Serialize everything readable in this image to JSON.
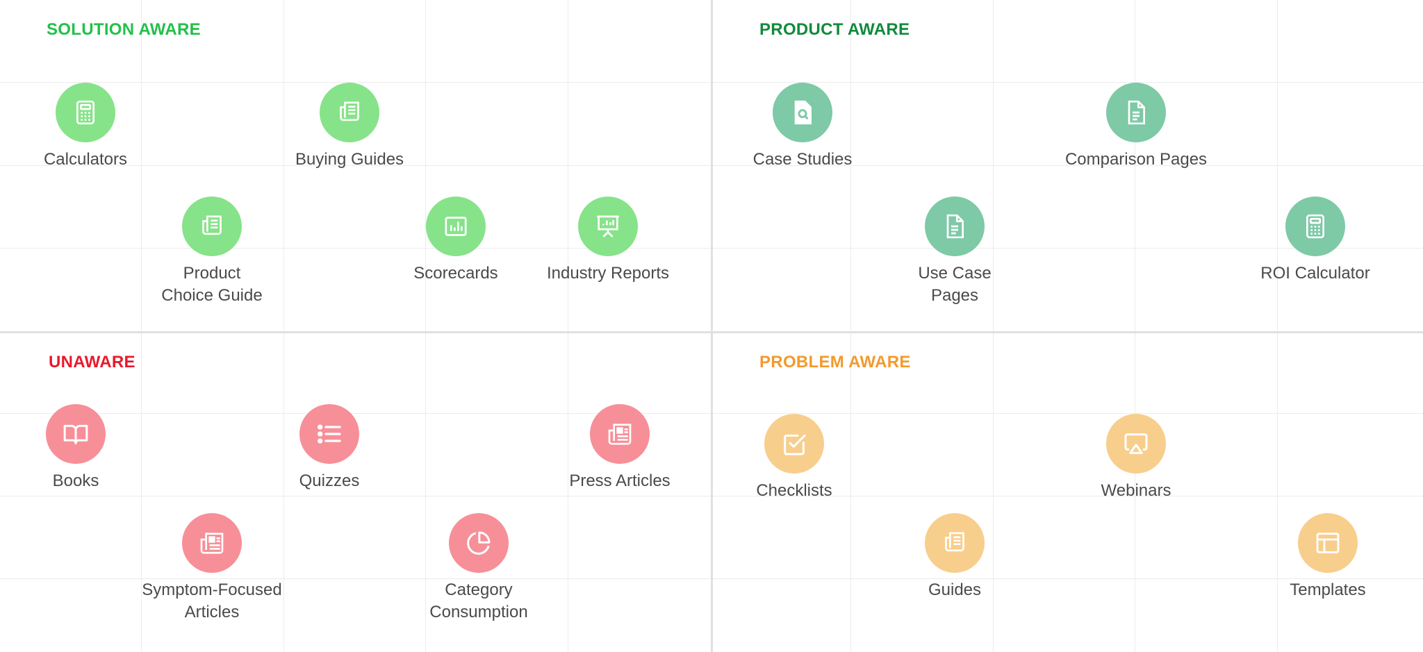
{
  "quadrants": {
    "solution_aware": {
      "title": "SOLUTION AWARE",
      "color": "#22c04a",
      "items": [
        {
          "label": "Calculators",
          "icon": "calculator-icon"
        },
        {
          "label": "Buying Guides",
          "icon": "newspaper-icon"
        },
        {
          "label_lines": [
            "Product",
            "Choice Guide"
          ],
          "icon": "newspaper-icon"
        },
        {
          "label": "Scorecards",
          "icon": "bar-chart-icon"
        },
        {
          "label": "Industry Reports",
          "icon": "presentation-icon"
        }
      ]
    },
    "product_aware": {
      "title": "PRODUCT AWARE",
      "color": "#118a3c",
      "items": [
        {
          "label": "Case Studies",
          "icon": "file-search-icon"
        },
        {
          "label": "Comparison Pages",
          "icon": "document-icon"
        },
        {
          "label_lines": [
            "Use Case",
            "Pages"
          ],
          "icon": "document-icon"
        },
        {
          "label": "ROI Calculator",
          "icon": "calculator-icon"
        }
      ]
    },
    "unaware": {
      "title": "UNAWARE",
      "color": "#e8192c",
      "items": [
        {
          "label": "Books",
          "icon": "book-open-icon"
        },
        {
          "label": "Quizzes",
          "icon": "list-icon"
        },
        {
          "label": "Press Articles",
          "icon": "article-icon"
        },
        {
          "label_lines": [
            "Symptom-Focused",
            "Articles"
          ],
          "icon": "article-icon"
        },
        {
          "label_lines": [
            "Category",
            "Consumption"
          ],
          "icon": "pie-chart-icon"
        }
      ]
    },
    "problem_aware": {
      "title": "PROBLEM AWARE",
      "color": "#f29a2e",
      "items": [
        {
          "label": "Checklists",
          "icon": "checkbox-icon"
        },
        {
          "label": "Webinars",
          "icon": "airplay-icon"
        },
        {
          "label": "Guides",
          "icon": "newspaper-icon"
        },
        {
          "label": "Templates",
          "icon": "layout-icon"
        }
      ]
    }
  }
}
